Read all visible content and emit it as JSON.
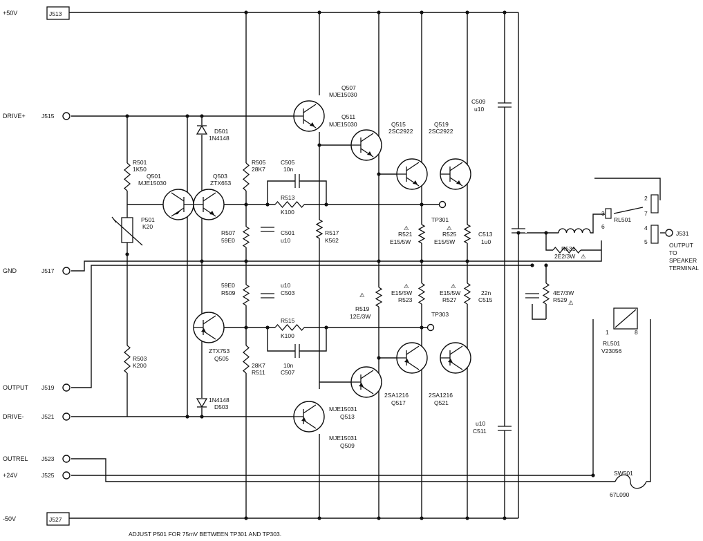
{
  "connectors": {
    "J513": {
      "ref": "J513",
      "net": "+50V"
    },
    "J515": {
      "ref": "J515",
      "net": "DRIVE+"
    },
    "J517": {
      "ref": "J517",
      "net": "GND"
    },
    "J519": {
      "ref": "J519",
      "net": "OUTPUT"
    },
    "J521": {
      "ref": "J521",
      "net": "DRIVE-"
    },
    "J523": {
      "ref": "J523",
      "net": "OUTREL"
    },
    "J525": {
      "ref": "J525",
      "net": "+24V"
    },
    "J527": {
      "ref": "J527",
      "net": "-50V"
    },
    "J531": {
      "ref": "J531",
      "desc1": "OUTPUT",
      "desc2": "TO",
      "desc3": "SPEAKER",
      "desc4": "TERMINAL"
    }
  },
  "components": {
    "R501": {
      "ref": "R501",
      "value": "1K50"
    },
    "Q501": {
      "ref": "Q501",
      "value": "MJE15030"
    },
    "P501": {
      "ref": "P501",
      "value": "K20"
    },
    "R503": {
      "ref": "R503",
      "value": "K200"
    },
    "D501": {
      "ref": "D501",
      "value": "1N4148"
    },
    "D503": {
      "ref": "D503",
      "value": "1N4148"
    },
    "Q503": {
      "ref": "Q503",
      "value": "ZTX653"
    },
    "Q505": {
      "ref": "Q505",
      "value": "ZTX753"
    },
    "R505": {
      "ref": "R505",
      "value": "28K7"
    },
    "R507": {
      "ref": "R507",
      "value": "59E0"
    },
    "R509": {
      "ref": "R509",
      "value": "59E0"
    },
    "R511": {
      "ref": "R511",
      "value": "28K7"
    },
    "C505": {
      "ref": "C505",
      "value": "10n"
    },
    "R513": {
      "ref": "R513",
      "value": "K100"
    },
    "C501": {
      "ref": "C501",
      "value": "u10"
    },
    "C503": {
      "ref": "C503",
      "value": "u10"
    },
    "R515": {
      "ref": "R515",
      "value": "K100"
    },
    "C507": {
      "ref": "C507",
      "value": "10n"
    },
    "R517": {
      "ref": "R517",
      "value": "K562"
    },
    "Q507": {
      "ref": "Q507",
      "value": "MJE15030"
    },
    "Q509": {
      "ref": "Q509",
      "value": "MJE15031"
    },
    "Q511": {
      "ref": "Q511",
      "value": "MJE15030"
    },
    "Q513": {
      "ref": "Q513",
      "value": "MJE15031"
    },
    "Q515": {
      "ref": "Q515",
      "value": "2SC2922"
    },
    "Q519": {
      "ref": "Q519",
      "value": "2SC2922"
    },
    "Q517": {
      "ref": "Q517",
      "value": "2SA1216"
    },
    "Q521": {
      "ref": "Q521",
      "value": "2SA1216"
    },
    "R519": {
      "ref": "R519",
      "value": "12E/3W"
    },
    "R521": {
      "ref": "R521",
      "value": "E15/5W"
    },
    "R523": {
      "ref": "R523",
      "value": "E15/5W"
    },
    "R525": {
      "ref": "R525",
      "value": "E15/5W"
    },
    "R527": {
      "ref": "R527",
      "value": "E15/5W"
    },
    "C509": {
      "ref": "C509",
      "value": "u10"
    },
    "C511": {
      "ref": "C511",
      "value": "u10"
    },
    "C513": {
      "ref": "C513",
      "value": "1u0"
    },
    "C515": {
      "ref": "C515",
      "value": "22n"
    },
    "R529": {
      "ref": "R529",
      "value": "4E7/3W"
    },
    "R531": {
      "ref": "R531",
      "value": "2E2/3W"
    },
    "RL501_contacts": {
      "ref": "RL501"
    },
    "RL501_coil": {
      "ref": "RL501",
      "value": "V23056"
    },
    "SW501": {
      "ref": "SW501",
      "value": "67L090"
    }
  },
  "testpoints": {
    "TP301": "TP301",
    "TP303": "TP303"
  },
  "relay_pins": {
    "p1": "1",
    "p2": "2",
    "p3": "3",
    "p4": "4",
    "p5": "5",
    "p6": "6",
    "p7": "7",
    "p8": "8"
  },
  "note": "ADJUST P501 FOR 75mV BETWEEN TP301 AND TP303.",
  "warning_symbol": "⚠"
}
